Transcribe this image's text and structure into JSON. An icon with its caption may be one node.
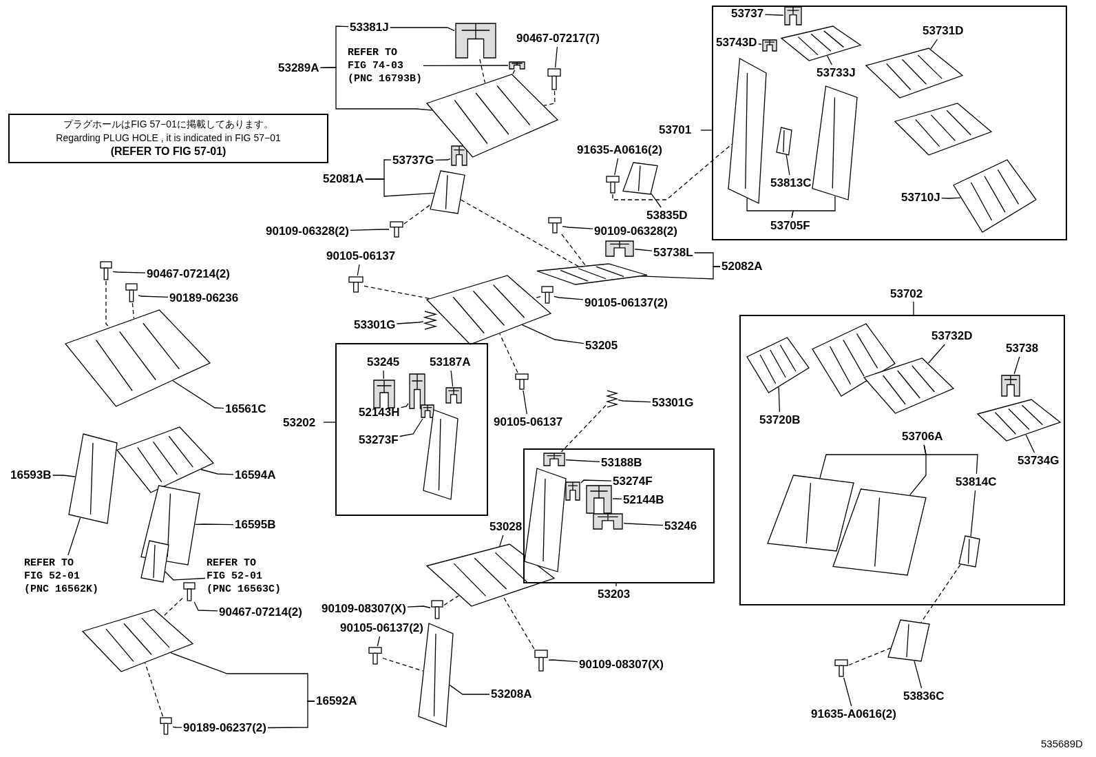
{
  "diagram": {
    "nodes": [
      {
        "text": [
          "プラグホールはFIG 57−01に掲載してあります。",
          "Regarding PLUG HOLE , it is indicated in FIG 57−01",
          "(REFER TO FIG 57-01)"
        ]
      },
      {
        "text": [
          "53381J"
        ]
      },
      {
        "text": [
          "53289A"
        ]
      },
      {
        "text": [
          "REFER TO FIG 74-03 (PNC 16793B)"
        ]
      },
      {
        "text": [
          "90467-07217(7)"
        ]
      },
      {
        "text": [
          "53737G"
        ]
      },
      {
        "text": [
          "52081A"
        ]
      },
      {
        "text": [
          "91635-A0616(2)"
        ]
      },
      {
        "text": [
          "53835D"
        ]
      },
      {
        "text": [
          "90109-06328(2)"
        ]
      },
      {
        "text": [
          "90109-06328(2)"
        ]
      },
      {
        "text": [
          "90105-06137"
        ]
      },
      {
        "text": [
          "53738L"
        ]
      },
      {
        "text": [
          "52082A"
        ]
      },
      {
        "text": [
          "90105-06137(2)"
        ]
      },
      {
        "text": [
          "53205"
        ]
      },
      {
        "text": [
          "53301G"
        ]
      },
      {
        "text": [
          "90105-06137"
        ]
      },
      {
        "text": [
          "53202"
        ]
      },
      {
        "text": [
          "53245"
        ],
        "in": 18
      },
      {
        "text": [
          "53187A"
        ],
        "in": 18
      },
      {
        "text": [
          "52143H"
        ],
        "in": 18
      },
      {
        "text": [
          "53273F"
        ],
        "in": 18
      },
      {
        "text": [
          "53203"
        ]
      },
      {
        "text": [
          "53188B"
        ],
        "in": 23
      },
      {
        "text": [
          "53274F"
        ],
        "in": 23
      },
      {
        "text": [
          "52144B"
        ],
        "in": 23
      },
      {
        "text": [
          "53246"
        ],
        "in": 23
      },
      {
        "text": [
          "53301G"
        ]
      },
      {
        "text": [
          "53028"
        ]
      },
      {
        "text": [
          "90109-08307(X)"
        ]
      },
      {
        "text": [
          "90105-06137(2)"
        ]
      },
      {
        "text": [
          "90109-08307(X)"
        ]
      },
      {
        "text": [
          "53208A"
        ]
      },
      {
        "text": [
          "90467-07214(2)"
        ]
      },
      {
        "text": [
          "90189-06236"
        ]
      },
      {
        "text": [
          "16561C"
        ]
      },
      {
        "text": [
          "16593B"
        ]
      },
      {
        "text": [
          "16594A"
        ]
      },
      {
        "text": [
          "16595B"
        ]
      },
      {
        "text": [
          "REFER TO FIG 52-01 (PNC 16562K)"
        ]
      },
      {
        "text": [
          "REFER TO FIG 52-01 (PNC 16563C)"
        ]
      },
      {
        "text": [
          "90467-07214(2)"
        ]
      },
      {
        "text": [
          "16592A"
        ]
      },
      {
        "text": [
          "90189-06237(2)"
        ]
      },
      {
        "text": [
          "53701"
        ]
      },
      {
        "text": [
          "53737"
        ],
        "in": 45
      },
      {
        "text": [
          "53743D"
        ],
        "in": 45
      },
      {
        "text": [
          "53733J"
        ],
        "in": 45
      },
      {
        "text": [
          "53731D"
        ],
        "in": 45
      },
      {
        "text": [
          "53813C"
        ],
        "in": 45
      },
      {
        "text": [
          "53705F"
        ],
        "in": 45
      },
      {
        "text": [
          "53710J"
        ],
        "in": 45
      },
      {
        "text": [
          "53702"
        ]
      },
      {
        "text": [
          "53720B"
        ],
        "in": 53
      },
      {
        "text": [
          "53732D"
        ],
        "in": 53
      },
      {
        "text": [
          "53738"
        ],
        "in": 53
      },
      {
        "text": [
          "53734G"
        ],
        "in": 53
      },
      {
        "text": [
          "53706A"
        ],
        "in": 53
      },
      {
        "text": [
          "53814C"
        ],
        "in": 53
      },
      {
        "text": [
          "91635-A0616(2)"
        ]
      },
      {
        "text": [
          "53836C"
        ]
      },
      {
        "text": [],
        "shape": "picture"
      },
      {
        "text": [],
        "shape": "picture"
      },
      {
        "text": [],
        "shape": "picture"
      },
      {
        "text": [],
        "shape": "picture"
      },
      {
        "text": [],
        "shape": "picture"
      },
      {
        "text": [],
        "shape": "picture"
      },
      {
        "text": [],
        "shape": "picture"
      },
      {
        "text": [],
        "shape": "picture"
      },
      {
        "text": [],
        "shape": "picture"
      },
      {
        "text": [],
        "shape": "picture"
      },
      {
        "text": [],
        "shape": "picture"
      },
      {
        "text": [],
        "shape": "picture"
      },
      {
        "text": [],
        "shape": "picture"
      },
      {
        "text": [],
        "shape": "picture"
      },
      {
        "text": [],
        "shape": "picture"
      },
      {
        "text": [],
        "shape": "picture"
      },
      {
        "text": [],
        "shape": "picture"
      },
      {
        "text": [],
        "shape": "picture"
      },
      {
        "text": [],
        "shape": "picture"
      },
      {
        "text": [],
        "shape": "picture",
        "in": 45
      },
      {
        "text": [],
        "shape": "picture",
        "in": 45
      },
      {
        "text": [],
        "shape": "picture",
        "in": 53
      },
      {
        "text": [],
        "shape": "picture",
        "in": 23
      },
      {
        "text": [],
        "shape": "picture",
        "in": 18
      },
      {
        "text": [],
        "shape": "picture",
        "in": 18
      },
      {
        "text": [],
        "shape": "picture",
        "in": 18
      },
      {
        "text": [],
        "shape": "picture",
        "in": 18
      },
      {
        "text": [],
        "shape": "picture",
        "in": 23
      },
      {
        "text": [],
        "shape": "picture",
        "in": 23
      },
      {
        "text": [],
        "shape": "picture",
        "in": 23
      },
      {
        "text": [],
        "shape": "picture"
      },
      {
        "text": [],
        "shape": "picture"
      },
      {
        "text": [],
        "shape": "picture"
      },
      {
        "text": [],
        "shape": "picture"
      },
      {
        "text": [],
        "shape": "picture"
      },
      {
        "text": [],
        "shape": "picture"
      },
      {
        "text": [],
        "shape": "picture",
        "in": 18
      },
      {
        "text": [],
        "shape": "picture",
        "in": 23
      },
      {
        "text": [],
        "shape": "picture"
      },
      {
        "text": [],
        "shape": "picture"
      },
      {
        "text": [],
        "shape": "picture"
      },
      {
        "text": [],
        "shape": "picture"
      },
      {
        "text": [],
        "shape": "picture"
      },
      {
        "text": [],
        "shape": "picture"
      },
      {
        "text": [],
        "shape": "picture"
      },
      {
        "text": [],
        "shape": "picture"
      },
      {
        "text": [],
        "shape": "picture",
        "in": 45
      },
      {
        "text": [],
        "shape": "picture",
        "in": 45
      },
      {
        "text": [],
        "shape": "picture",
        "in": 45
      },
      {
        "text": [],
        "shape": "picture",
        "in": 45
      },
      {
        "text": [],
        "shape": "picture",
        "in": 45
      },
      {
        "text": [],
        "shape": "picture",
        "in": 45
      },
      {
        "text": [],
        "shape": "picture",
        "in": 45
      },
      {
        "text": [],
        "shape": "picture",
        "in": 53
      },
      {
        "text": [],
        "shape": "picture",
        "in": 53
      },
      {
        "text": [],
        "shape": "picture",
        "in": 53
      },
      {
        "text": [],
        "shape": "picture",
        "in": 53
      },
      {
        "text": [],
        "shape": "picture",
        "in": 53
      },
      {
        "text": [],
        "shape": "picture",
        "in": 53
      },
      {
        "text": [],
        "shape": "picture",
        "in": 53
      },
      {
        "text": [],
        "shape": "picture"
      },
      {
        "text": [],
        "shape": "picture"
      }
    ],
    "edges": [
      {
        "from": 1,
        "to": 92,
        "arrow": "none"
      },
      {
        "from": 2,
        "to": 94,
        "arrow": "none"
      },
      {
        "from": 3,
        "to": 93,
        "arrow": "none"
      },
      {
        "from": 4,
        "to": 62,
        "arrow": "none"
      },
      {
        "from": 5,
        "to": 79,
        "arrow": "none"
      },
      {
        "from": 6,
        "to": 95,
        "arrow": "none"
      },
      {
        "from": 7,
        "to": 63,
        "arrow": "none"
      },
      {
        "from": 8,
        "to": 123,
        "arrow": "none"
      },
      {
        "from": 9,
        "to": 64,
        "arrow": "none"
      },
      {
        "from": 10,
        "to": 65,
        "arrow": "none"
      },
      {
        "from": 11,
        "to": 66,
        "arrow": "none"
      },
      {
        "from": 12,
        "to": 80,
        "arrow": "none"
      },
      {
        "from": 13,
        "to": 96,
        "arrow": "none"
      },
      {
        "from": 14,
        "to": 67,
        "arrow": "none"
      },
      {
        "from": 15,
        "to": 97,
        "arrow": "none"
      },
      {
        "from": 16,
        "to": 77,
        "arrow": "none"
      },
      {
        "from": 17,
        "to": 68,
        "arrow": "none"
      },
      {
        "from": 19,
        "to": 87,
        "arrow": "none"
      },
      {
        "from": 20,
        "to": 85,
        "arrow": "none"
      },
      {
        "from": 21,
        "to": 86,
        "arrow": "none"
      },
      {
        "from": 22,
        "to": 88,
        "arrow": "none"
      },
      {
        "from": 24,
        "to": 84,
        "arrow": "none"
      },
      {
        "from": 25,
        "to": 89,
        "arrow": "none"
      },
      {
        "from": 26,
        "to": 90,
        "arrow": "none"
      },
      {
        "from": 27,
        "to": 91,
        "arrow": "none"
      },
      {
        "from": 28,
        "to": 78,
        "arrow": "none"
      },
      {
        "from": 29,
        "to": 100,
        "arrow": "none"
      },
      {
        "from": 30,
        "to": 72,
        "arrow": "none"
      },
      {
        "from": 31,
        "to": 73,
        "arrow": "none"
      },
      {
        "from": 32,
        "to": 74,
        "arrow": "none"
      },
      {
        "from": 33,
        "to": 101,
        "arrow": "none"
      },
      {
        "from": 34,
        "to": 69,
        "arrow": "none"
      },
      {
        "from": 35,
        "to": 70,
        "arrow": "none"
      },
      {
        "from": 36,
        "to": 102,
        "arrow": "none"
      },
      {
        "from": 37,
        "to": 104,
        "arrow": "none"
      },
      {
        "from": 38,
        "to": 103,
        "arrow": "none"
      },
      {
        "from": 39,
        "to": 105,
        "arrow": "none"
      },
      {
        "from": 40,
        "to": 104,
        "arrow": "none"
      },
      {
        "from": 41,
        "to": 106,
        "arrow": "none"
      },
      {
        "from": 42,
        "to": 71,
        "arrow": "none"
      },
      {
        "from": 43,
        "to": 107,
        "arrow": "none"
      },
      {
        "from": 44,
        "to": 75,
        "arrow": "none"
      },
      {
        "from": 46,
        "to": 81,
        "arrow": "none"
      },
      {
        "from": 47,
        "to": 82,
        "arrow": "none"
      },
      {
        "from": 48,
        "to": 108,
        "arrow": "none"
      },
      {
        "from": 49,
        "to": 109,
        "arrow": "none"
      },
      {
        "from": 50,
        "to": 114,
        "arrow": "none"
      },
      {
        "from": 51,
        "to": 112,
        "arrow": "none"
      },
      {
        "from": 51,
        "to": 113,
        "arrow": "none"
      },
      {
        "from": 52,
        "to": 111,
        "arrow": "none"
      },
      {
        "from": 54,
        "to": 115,
        "arrow": "none"
      },
      {
        "from": 55,
        "to": 117,
        "arrow": "none"
      },
      {
        "from": 56,
        "to": 83,
        "arrow": "none"
      },
      {
        "from": 57,
        "to": 118,
        "arrow": "none"
      },
      {
        "from": 58,
        "to": 119,
        "arrow": "none"
      },
      {
        "from": 58,
        "to": 120,
        "arrow": "none"
      },
      {
        "from": 59,
        "to": 121,
        "arrow": "none"
      },
      {
        "from": 60,
        "to": 76,
        "arrow": "none"
      },
      {
        "from": 61,
        "to": 122,
        "arrow": "none"
      },
      {
        "from": 2,
        "to": 1,
        "arrow": "none"
      },
      {
        "from": 6,
        "to": 5,
        "arrow": "none"
      },
      {
        "from": 13,
        "to": 12,
        "arrow": "none"
      },
      {
        "from": 43,
        "to": 44,
        "arrow": "none"
      },
      {
        "from": 58,
        "to": 59,
        "arrow": "none"
      },
      {
        "from": 92,
        "to": 94,
        "arrow": "none",
        "style": "dashed"
      },
      {
        "from": 93,
        "to": 94,
        "arrow": "none",
        "style": "dashed"
      },
      {
        "from": 62,
        "to": 94,
        "arrow": "none",
        "style": "dashed"
      },
      {
        "from": 63,
        "to": 112,
        "arrow": "none",
        "style": "dashed"
      },
      {
        "from": 64,
        "to": 95,
        "arrow": "none",
        "style": "dashed"
      },
      {
        "from": 95,
        "to": 96,
        "arrow": "none",
        "style": "dashed"
      },
      {
        "from": 65,
        "to": 96,
        "arrow": "none",
        "style": "dashed"
      },
      {
        "from": 66,
        "to": 97,
        "arrow": "none",
        "style": "dashed"
      },
      {
        "from": 67,
        "to": 97,
        "arrow": "none",
        "style": "dashed"
      },
      {
        "from": 68,
        "to": 97,
        "arrow": "none",
        "style": "dashed"
      },
      {
        "from": 78,
        "to": 84,
        "arrow": "none",
        "style": "dashed"
      },
      {
        "from": 69,
        "to": 102,
        "arrow": "none",
        "style": "dashed"
      },
      {
        "from": 70,
        "to": 102,
        "arrow": "none",
        "style": "dashed"
      },
      {
        "from": 71,
        "to": 107,
        "arrow": "none",
        "style": "dashed"
      },
      {
        "from": 75,
        "to": 107,
        "arrow": "none",
        "style": "dashed"
      },
      {
        "from": 72,
        "to": 100,
        "arrow": "none",
        "style": "dashed"
      },
      {
        "from": 74,
        "to": 100,
        "arrow": "none",
        "style": "dashed"
      },
      {
        "from": 73,
        "to": 101,
        "arrow": "none",
        "style": "dashed"
      },
      {
        "from": 76,
        "to": 122,
        "arrow": "none",
        "style": "dashed"
      },
      {
        "from": 121,
        "to": 122,
        "arrow": "none",
        "style": "dashed"
      }
    ],
    "labels": [
      "535689D"
    ]
  }
}
